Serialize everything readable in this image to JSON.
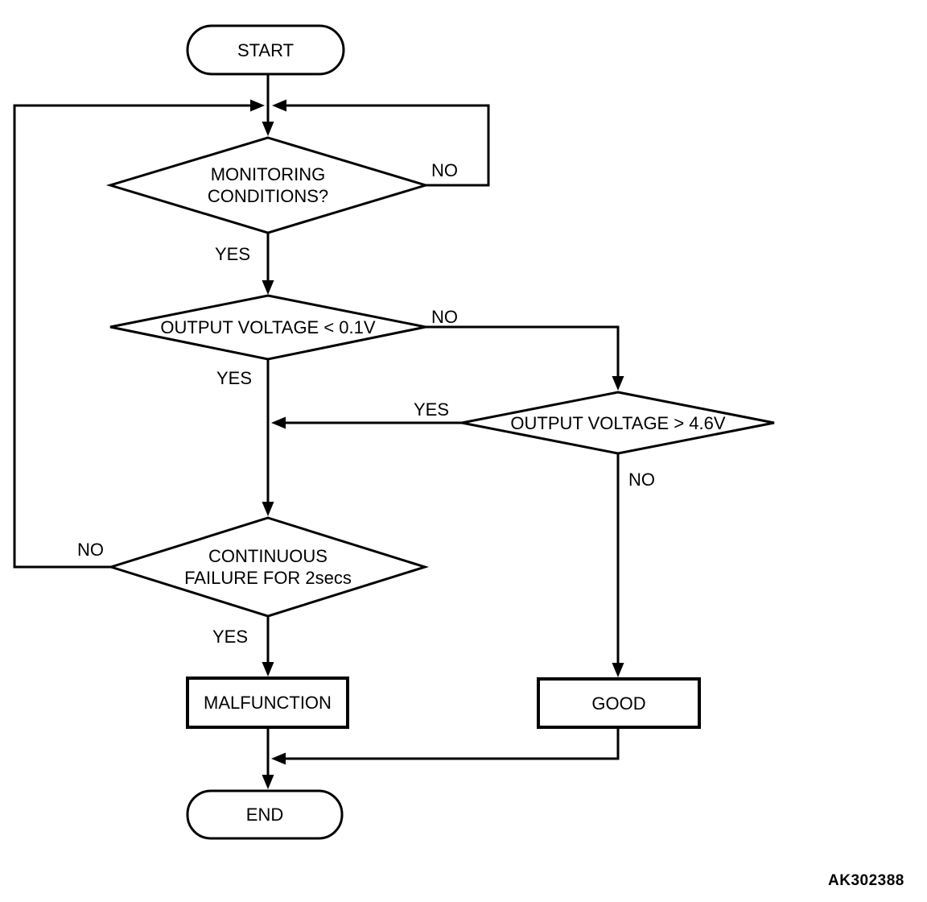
{
  "diagram": {
    "nodes": {
      "start": {
        "label": "START"
      },
      "monitoring_conditions": {
        "label": "MONITORING\nCONDITIONS?"
      },
      "output_voltage_low": {
        "label": "OUTPUT VOLTAGE < 0.1V"
      },
      "output_voltage_high": {
        "label": "OUTPUT VOLTAGE > 4.6V"
      },
      "continuous_failure": {
        "label": "CONTINUOUS\nFAILURE FOR 2secs"
      },
      "malfunction": {
        "label": "MALFUNCTION"
      },
      "good": {
        "label": "GOOD"
      },
      "end": {
        "label": "END"
      }
    },
    "edge_labels": {
      "monitoring_no": "NO",
      "monitoring_yes": "YES",
      "voltage_low_no": "NO",
      "voltage_low_yes": "YES",
      "voltage_high_yes": "YES",
      "voltage_high_no": "NO",
      "continuous_no": "NO",
      "continuous_yes": "YES"
    },
    "figure_code": "AK302388",
    "colors": {
      "line": "#000000",
      "background": "#ffffff"
    }
  }
}
